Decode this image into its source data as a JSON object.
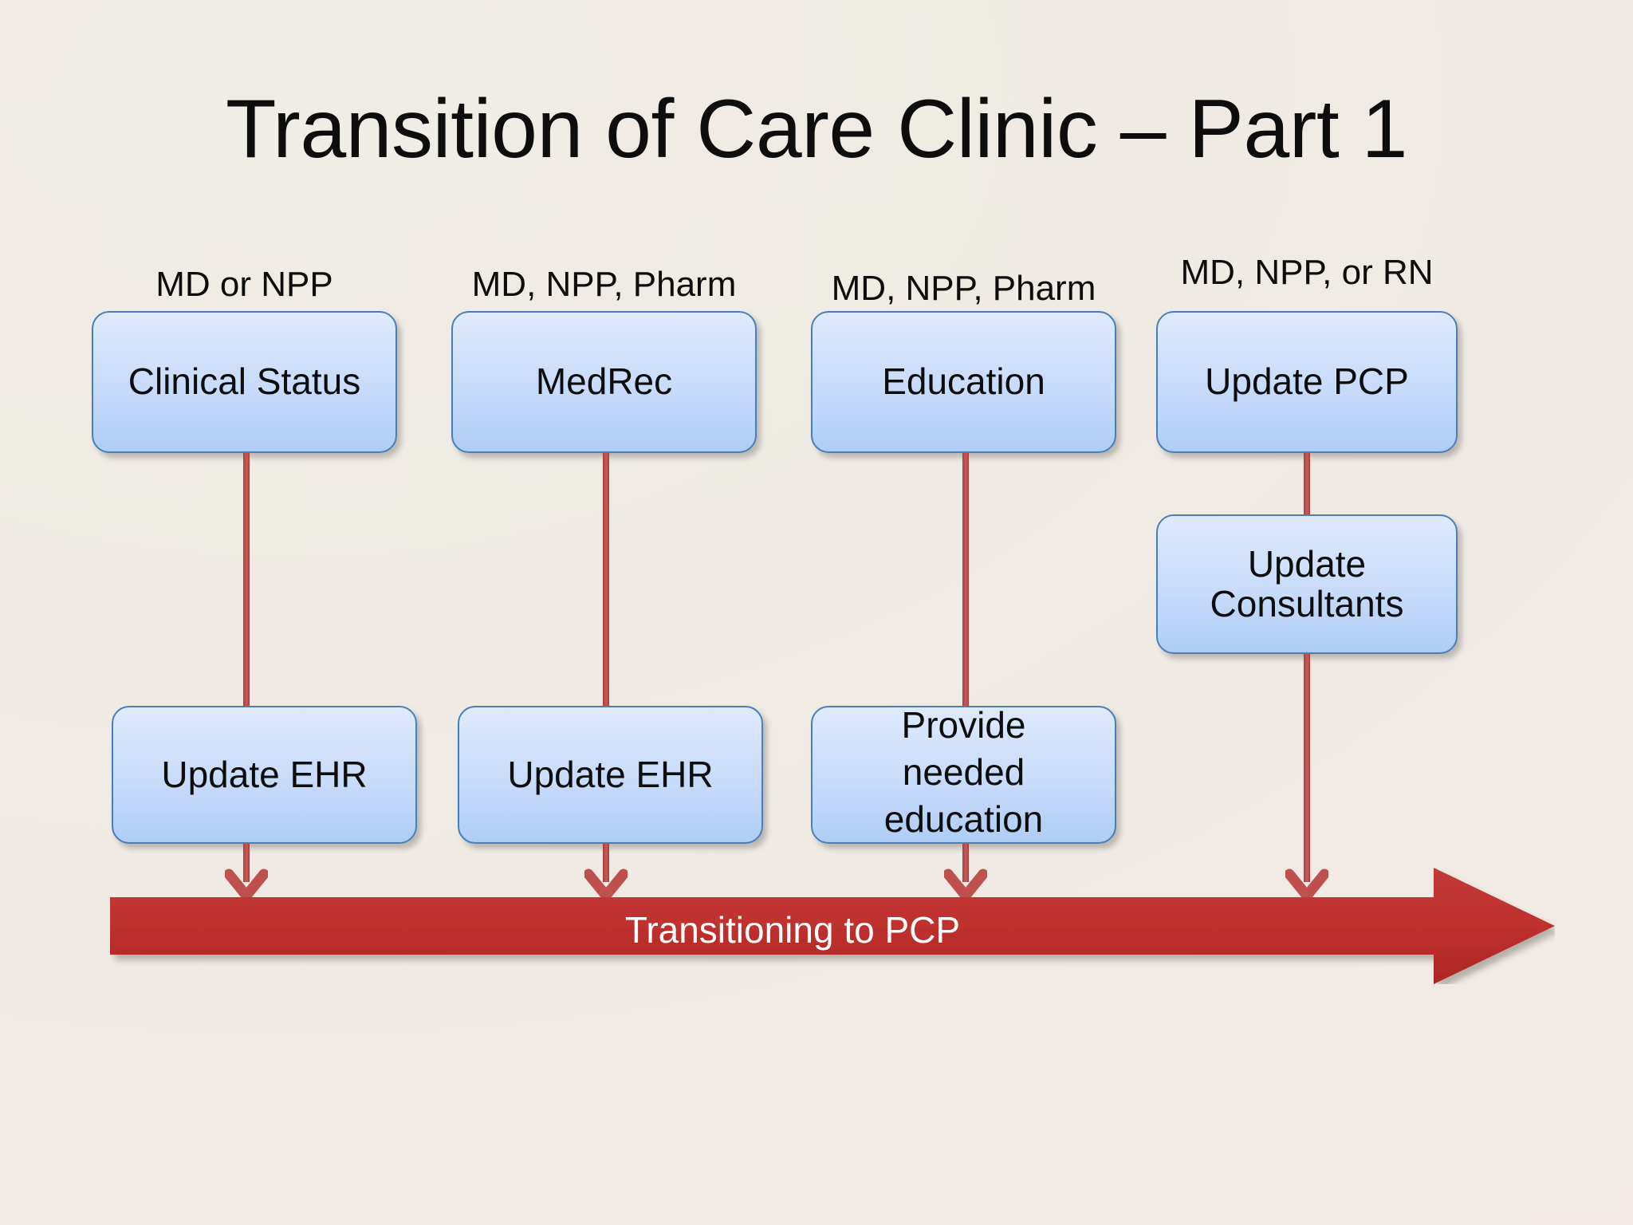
{
  "slide": {
    "title": "Transition of Care Clinic – Part 1",
    "background_color": "#EEEBE4",
    "box_fill_top": "#dfeafc",
    "box_fill_bottom": "#aecdf6",
    "box_border_color": "#4a7ebb",
    "connector_color": "#c0504d",
    "banner_color": "#c0312f",
    "banner_text_color": "#ffffff",
    "text_color": "#0d0d0d"
  },
  "columns": [
    {
      "role_label": "MD or NPP",
      "top_box": "Clinical Status",
      "middle_box": null,
      "bottom_box": "Update EHR"
    },
    {
      "role_label": "MD, NPP, Pharm",
      "top_box": "MedRec",
      "middle_box": null,
      "bottom_box": "Update EHR"
    },
    {
      "role_label": "MD, NPP, Pharm",
      "top_box": "Education",
      "middle_box": null,
      "bottom_box": "Provide\nneeded\neducation"
    },
    {
      "role_label": "MD, NPP, or RN",
      "top_box": "Update PCP",
      "middle_box": "Update\nConsultants",
      "bottom_box": null
    }
  ],
  "banner": {
    "label": "Transitioning to PCP"
  }
}
